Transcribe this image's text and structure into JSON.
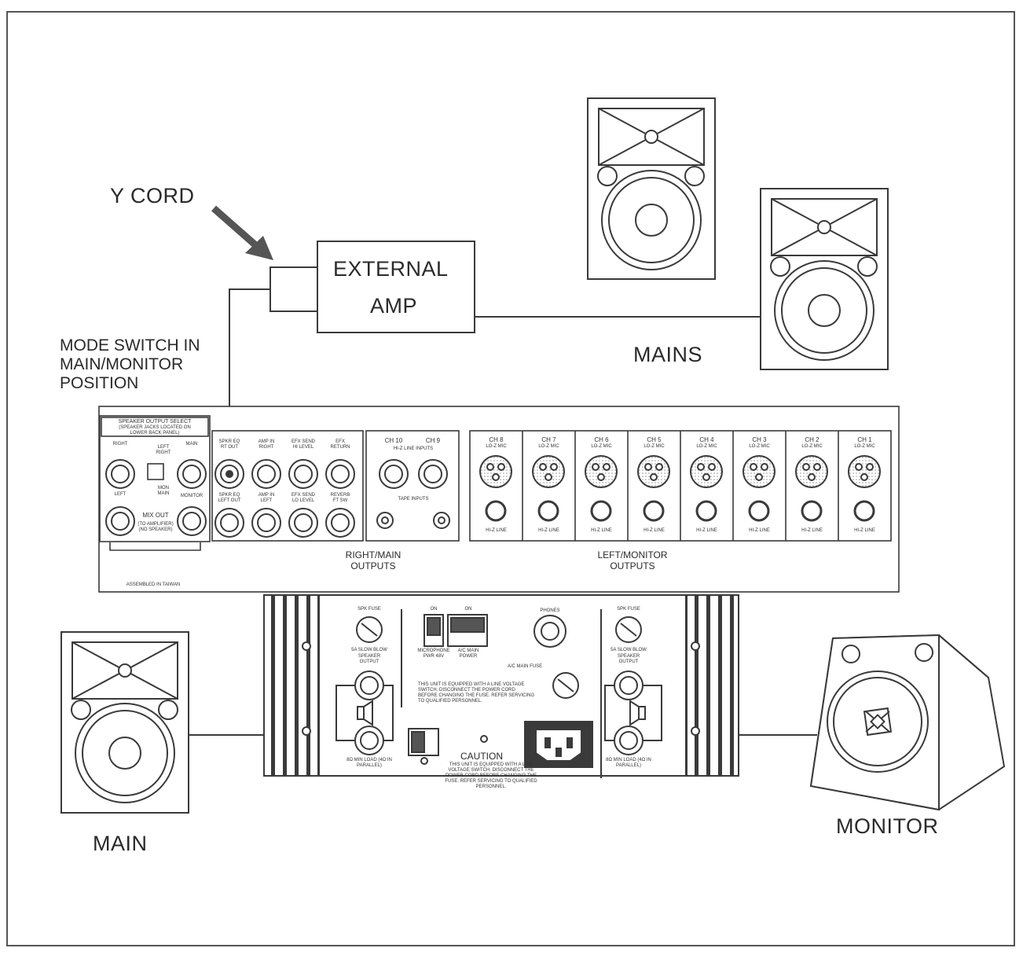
{
  "labels": {
    "y_cord": "Y CORD",
    "external_amp_line1": "EXTERNAL",
    "external_amp_line2": "AMP",
    "mode_switch_line1": "MODE SWITCH IN",
    "mode_switch_line2": "MAIN/MONITOR",
    "mode_switch_line3": "POSITION",
    "mains": "MAINS",
    "main": "MAIN",
    "monitor": "MONITOR"
  },
  "top_panel": {
    "speaker_output_select": "SPEAKER OUTPUT SELECT",
    "speaker_jacks_note": "(SPEAKER JACKS LOCATED ON LOWER BACK PANEL)",
    "right": "RIGHT",
    "left": "LEFT",
    "main": "MAIN",
    "monitor": "MONITOR",
    "left_right": "LEFT RIGHT",
    "mon_main": "MON MAIN",
    "mix_out": "MIX OUT",
    "mix_out_note": "(TO AMPLIFIER) (NO SPEAKER)",
    "fx_top": [
      {
        "top": "SPKR EQ",
        "bottom": "RT OUT"
      },
      {
        "top": "AMP IN",
        "bottom": "RIGHT"
      },
      {
        "top": "EFX SEND",
        "bottom": "HI LEVEL"
      },
      {
        "top": "EFX",
        "bottom": "RETURN"
      }
    ],
    "fx_bottom": [
      {
        "top": "SPKR EQ",
        "bottom": "LEFT OUT"
      },
      {
        "top": "AMP IN",
        "bottom": "LEFT"
      },
      {
        "top": "EFX SEND",
        "bottom": "LO LEVEL"
      },
      {
        "top": "REVERB",
        "bottom": "FT SW"
      }
    ],
    "hiz_inputs": {
      "ch10": "CH 10",
      "ch9": "CH 9",
      "sub": "HI-Z LINE INPUTS",
      "tape": "TAPE INPUTS"
    },
    "channels": [
      "CH 8",
      "CH 7",
      "CH 6",
      "CH 5",
      "CH 4",
      "CH 3",
      "CH 2",
      "CH 1"
    ],
    "lo_z_mic": "LO-Z MIC",
    "hi_z_line": "HI-Z LINE",
    "right_main_outputs_line1": "RIGHT/MAIN",
    "right_main_outputs_line2": "OUTPUTS",
    "left_monitor_outputs_line1": "LEFT/MONITOR",
    "left_monitor_outputs_line2": "OUTPUTS",
    "assembled": "ASSEMBLED IN TAIWAN"
  },
  "bottom_panel": {
    "spk_fuse": "SPK FUSE",
    "slow_blow_left": "5A SLOW BLOW",
    "slow_blow_right": "5A SLOW BLOW",
    "speaker_output": "SPEAKER OUTPUT",
    "load_note": "8Ω MIN LOAD (4Ω IN PARALLEL)",
    "on": "ON",
    "microphone_pwr": "MICROPHONE PWR 48V",
    "ac_main_power": "A/C MAIN POWER",
    "phones": "PHONES",
    "ac_main_fuse": "A/C MAIN FUSE",
    "caution": "CAUTION",
    "caution_text": "THIS UNIT IS EQUIPPED WITH A LINE VOLTAGE SWITCH. DISCONNECT THE POWER CORD BEFORE CHANGING THE FUSE. REFER SERVICING TO QUALIFIED PERSONNEL."
  },
  "colors": {
    "line": "#3a3a3a",
    "arrow": "#555555",
    "dots": "#aaaaaa"
  }
}
